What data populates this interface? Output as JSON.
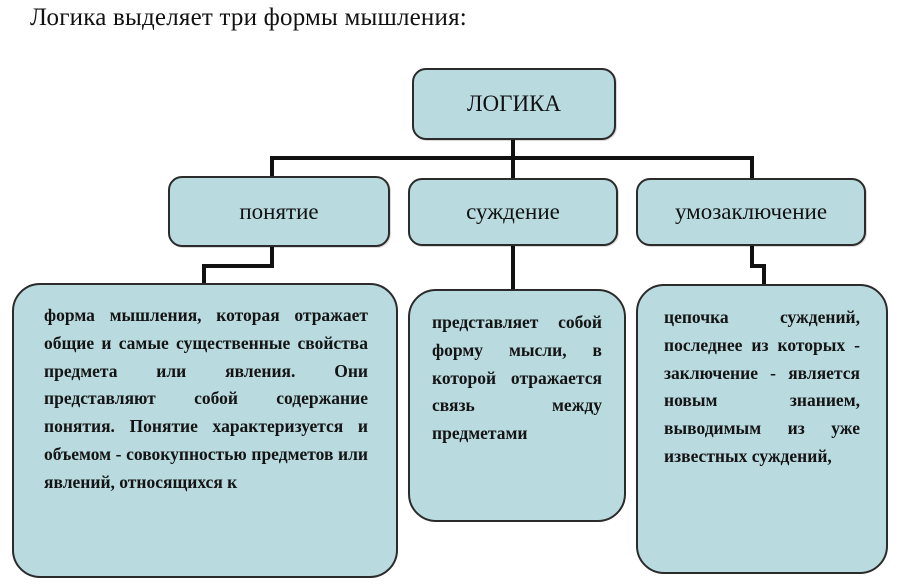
{
  "heading": "Логика выделяет три формы мышления:",
  "root": {
    "label": "ЛОГИКА"
  },
  "forms": [
    {
      "label": "понятие",
      "description": "форма мышления, которая отражает общие и самые существенные свойства предмета или явления. Они представляют собой содержание понятия. Понятие характеризуется и объемом - совокупностью предметов или явлений, относящихся к"
    },
    {
      "label": "суждение",
      "description": "представляет собой форму мысли, в которой отражается связь между предметами"
    },
    {
      "label": "умозаключение",
      "description": "цепочка суждений, последнее из которых - заключение - является новым знанием, выводимым из уже известных суждений,"
    }
  ],
  "colors": {
    "box_fill": "#b9dbdf",
    "border": "#2b2b2b",
    "connector": "#111111"
  }
}
